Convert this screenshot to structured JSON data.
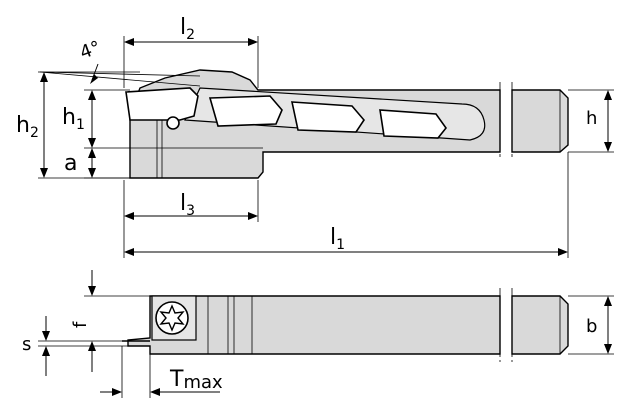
{
  "labels": {
    "l2": {
      "main": "l",
      "sub": "2"
    },
    "l3": {
      "main": "l",
      "sub": "3"
    },
    "l1": {
      "main": "l",
      "sub": "1"
    },
    "h2": {
      "main": "h",
      "sub": "2"
    },
    "h1": {
      "main": "h",
      "sub": "1"
    },
    "a": "a",
    "h": "h",
    "angle": "4°",
    "f": "f",
    "s": "s",
    "b": "b",
    "tmax": {
      "main": "T",
      "sub": "max"
    }
  }
}
